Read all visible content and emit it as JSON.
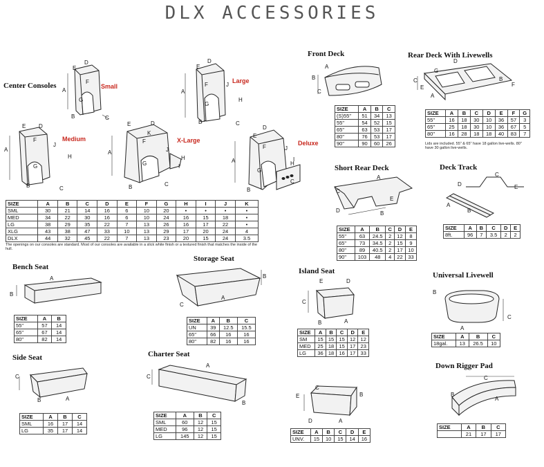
{
  "page_title": "DLX ACCESSORIES",
  "center_consoles": {
    "title": "Center Consoles",
    "models": {
      "small": "Small",
      "large": "Large",
      "medium": "Medium",
      "xlarge": "X-Large",
      "deluxe": "Deluxe"
    },
    "headers": [
      "SIZE",
      "A",
      "B",
      "C",
      "D",
      "E",
      "F",
      "G",
      "H",
      "I",
      "J",
      "K"
    ],
    "rows": [
      [
        "SML",
        "30",
        "21",
        "14",
        "16",
        "6",
        "10",
        "20",
        "•",
        "•",
        "•",
        "•"
      ],
      [
        "MED",
        "34",
        "22",
        "30",
        "16",
        "6",
        "10",
        "24",
        "16",
        "15",
        "18",
        "•"
      ],
      [
        "LG",
        "38",
        "29",
        "35",
        "22",
        "7",
        "13",
        "26",
        "16",
        "17",
        "22",
        "•"
      ],
      [
        "XLG",
        "43",
        "38",
        "47",
        "33",
        "10",
        "13",
        "29",
        "17",
        "20",
        "24",
        "4"
      ],
      [
        "DLX",
        "44",
        "32",
        "45",
        "22",
        "7",
        "13",
        "23",
        "20",
        "15",
        "24",
        "3.5"
      ]
    ],
    "note": "The openings on our consoles are standard. Most of our consoles are available in a slick white finish or a textured finish that matches the inside of the hull."
  },
  "front_deck": {
    "title": "Front Deck",
    "headers": [
      "SIZE",
      "A",
      "B",
      "C"
    ],
    "rows": [
      [
        "(S)55\"",
        "51",
        "34",
        "13"
      ],
      [
        "55\"",
        "54",
        "52",
        "15"
      ],
      [
        "65\"",
        "63",
        "53",
        "17"
      ],
      [
        "80\"",
        "76",
        "53",
        "17"
      ],
      [
        "90\"",
        "90",
        "60",
        "26"
      ]
    ]
  },
  "rear_deck": {
    "title": "Rear Deck With Livewells",
    "headers": [
      "SIZE",
      "A",
      "B",
      "C",
      "D",
      "E",
      "F",
      "G"
    ],
    "rows": [
      [
        "55\"",
        "16",
        "18",
        "30",
        "10",
        "36",
        "57",
        "3"
      ],
      [
        "65\"",
        "25",
        "18",
        "30",
        "10",
        "36",
        "67",
        "5"
      ],
      [
        "80\"",
        "16",
        "28",
        "18",
        "18",
        "40",
        "83",
        "7"
      ]
    ],
    "note": "Lids are included. 55\" & 65\" have 18 gallon live-wells. 80\" have 30 gallon live-wells."
  },
  "short_rear_deck": {
    "title": "Short Rear Deck",
    "headers": [
      "SIZE",
      "A",
      "B",
      "C",
      "D",
      "E"
    ],
    "rows": [
      [
        "55\"",
        "63",
        "24.5",
        "2",
        "12",
        "8"
      ],
      [
        "65\"",
        "73",
        "34.5",
        "2",
        "15",
        "9"
      ],
      [
        "80\"",
        "89",
        "40.5",
        "2",
        "17",
        "10"
      ],
      [
        "90\"",
        "103",
        "48",
        "4",
        "22",
        "33"
      ]
    ]
  },
  "deck_track": {
    "title": "Deck Track",
    "headers": [
      "SIZE",
      "A",
      "B",
      "C",
      "D",
      "E"
    ],
    "rows": [
      [
        "8ft.",
        "96",
        "7",
        "3.5",
        "2",
        "2"
      ]
    ]
  },
  "bench_seat": {
    "title": "Bench Seat",
    "headers": [
      "SIZE",
      "A",
      "B"
    ],
    "rows": [
      [
        "55\"",
        "57",
        "14"
      ],
      [
        "65\"",
        "67",
        "14"
      ],
      [
        "80\"",
        "82",
        "14"
      ]
    ]
  },
  "storage_seat": {
    "title": "Storage Seat",
    "headers": [
      "SIZE",
      "A",
      "B",
      "C"
    ],
    "rows": [
      [
        "UN",
        "39",
        "12.5",
        "15.5"
      ],
      [
        "65\"",
        "66",
        "16",
        "16"
      ],
      [
        "80\"",
        "82",
        "16",
        "16"
      ]
    ]
  },
  "island_seat": {
    "title": "Island Seat",
    "headers": [
      "SIZE",
      "A",
      "B",
      "C",
      "D",
      "E"
    ],
    "rows": [
      [
        "SM",
        "15",
        "15",
        "15",
        "12",
        "12"
      ],
      [
        "MED",
        "25",
        "18",
        "15",
        "17",
        "23"
      ],
      [
        "LG",
        "36",
        "18",
        "16",
        "17",
        "33"
      ]
    ]
  },
  "universal_livewell": {
    "title": "Universal Livewell",
    "headers": [
      "SIZE",
      "A",
      "B",
      "C"
    ],
    "rows": [
      [
        "18gal.",
        "13",
        "26.5",
        "10"
      ]
    ]
  },
  "side_seat": {
    "title": "Side Seat",
    "headers": [
      "SIZE",
      "A",
      "B",
      "C"
    ],
    "rows": [
      [
        "SML",
        "16",
        "17",
        "14"
      ],
      [
        "LG",
        "35",
        "17",
        "14"
      ]
    ]
  },
  "charter_seat": {
    "title": "Charter Seat",
    "headers": [
      "SIZE",
      "A",
      "B",
      "C"
    ],
    "rows": [
      [
        "SML",
        "60",
        "12",
        "15"
      ],
      [
        "MED",
        "96",
        "12",
        "15"
      ],
      [
        "LG",
        "145",
        "12",
        "15"
      ]
    ]
  },
  "unv_seat": {
    "headers": [
      "SIZE",
      "A",
      "B",
      "C",
      "D",
      "E"
    ],
    "rows": [
      [
        "UNV.",
        "15",
        "10",
        "15",
        "14",
        "16"
      ]
    ]
  },
  "down_rigger_pad": {
    "title": "Down Rigger Pad",
    "headers": [
      "SIZE",
      "A",
      "B",
      "C"
    ],
    "rows": [
      [
        "",
        "21",
        "17",
        "17"
      ]
    ]
  },
  "dim_letters": {
    "a": "A",
    "b": "B",
    "c": "C",
    "d": "D",
    "e": "E",
    "f": "F",
    "g": "G",
    "h": "H",
    "i": "I",
    "j": "J",
    "k": "K"
  }
}
